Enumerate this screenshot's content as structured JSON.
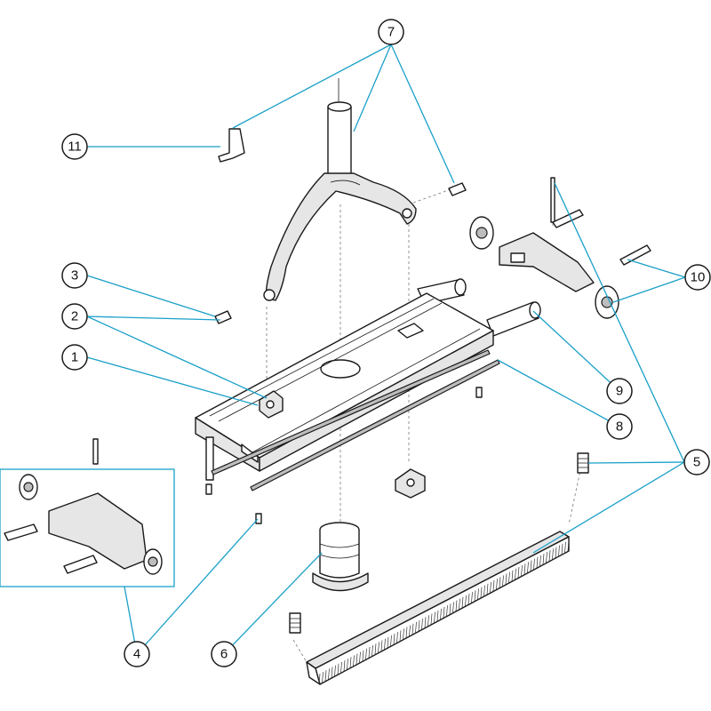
{
  "callouts": [
    {
      "id": "1",
      "label": "1"
    },
    {
      "id": "2",
      "label": "2"
    },
    {
      "id": "3",
      "label": "3"
    },
    {
      "id": "4",
      "label": "4"
    },
    {
      "id": "5",
      "label": "5"
    },
    {
      "id": "6",
      "label": "6"
    },
    {
      "id": "7",
      "label": "7"
    },
    {
      "id": "8",
      "label": "8"
    },
    {
      "id": "9",
      "label": "9"
    },
    {
      "id": "10",
      "label": "10"
    },
    {
      "id": "11",
      "label": "11"
    }
  ],
  "colors": {
    "leader": "#1aa0c8",
    "outline": "#1a1a1a",
    "detail_frame": "#1aa0c8"
  }
}
